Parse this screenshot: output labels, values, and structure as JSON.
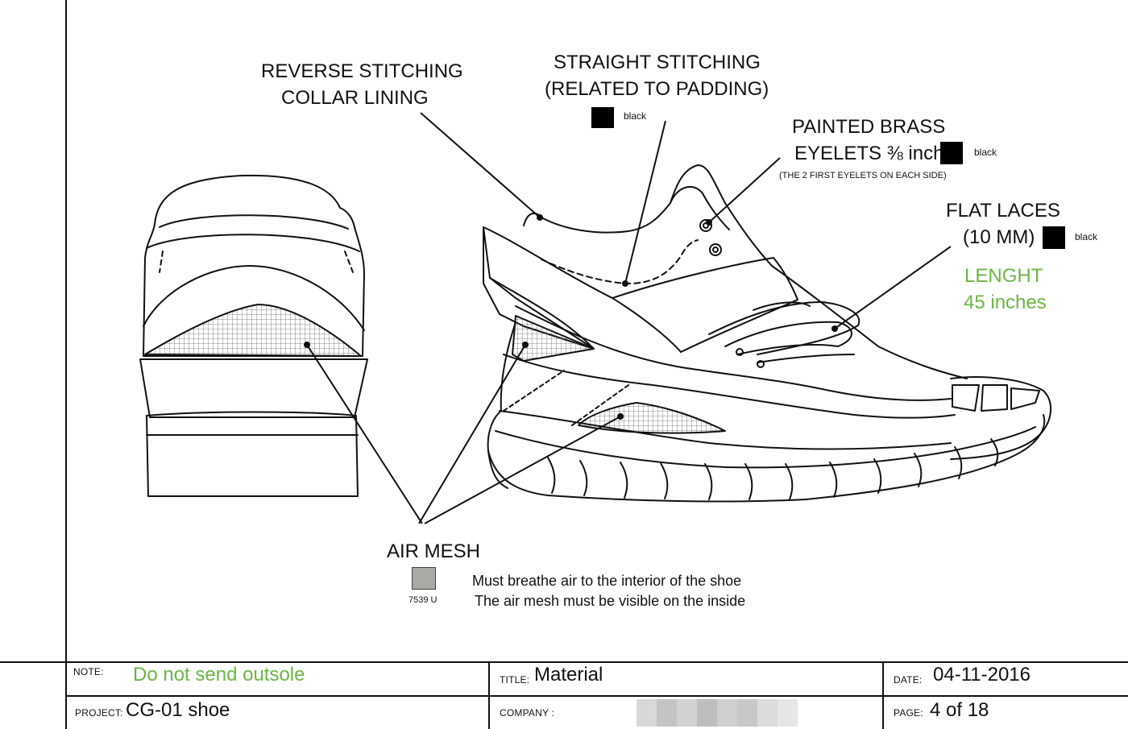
{
  "callouts": {
    "reverse_stitching": [
      "REVERSE STITCHING",
      "COLLAR LINING"
    ],
    "straight_stitching": [
      "STRAIGHT STITCHING",
      "(RELATED TO PADDING)"
    ],
    "straight_stitching_color": "black",
    "painted_brass": [
      "PAINTED BRASS",
      "EYELETS ⅜ inch"
    ],
    "painted_brass_color": "black",
    "painted_brass_note": "(THE 2 FIRST EYELETS ON EACH SIDE)",
    "flat_laces": [
      "FLAT LACES",
      "(10 MM)"
    ],
    "flat_laces_color": "black",
    "length": [
      "LENGHT",
      "45 inches"
    ],
    "air_mesh": "AIR MESH",
    "air_mesh_pantone": "7539 U",
    "air_mesh_notes": [
      "Must breathe air to the interior of the shoe",
      "The air mesh must be visible on the inside"
    ]
  },
  "colors": {
    "accent_green": "#6cb544",
    "swatch_black": "#000000",
    "swatch_gray": "#a9aaa6"
  },
  "title_block": {
    "note_label": "NOTE:",
    "note_value": "Do not send outsole",
    "title_label": "TITLE:",
    "title_value": "Material",
    "date_label": "DATE:",
    "date_value": "04-11-2016",
    "project_label": "PROJECT:",
    "project_value": "CG-01 shoe",
    "company_label": "COMPANY :",
    "page_label": "PAGE:",
    "page_value": "4 of 18"
  }
}
